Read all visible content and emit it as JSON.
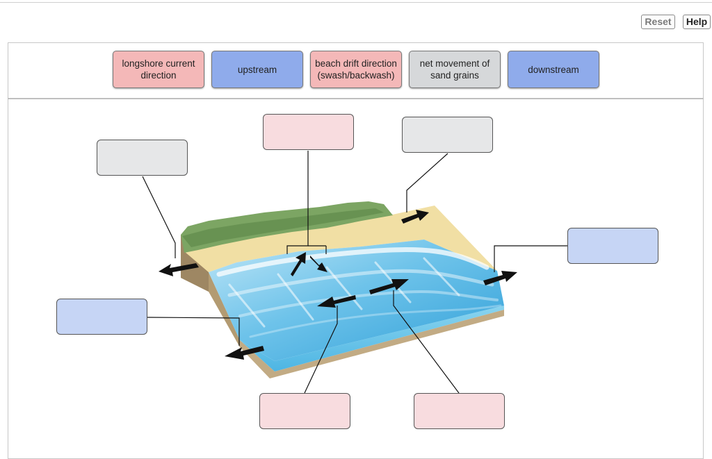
{
  "toolbar": {
    "reset_label": "Reset",
    "help_label": "Help"
  },
  "colors": {
    "pink": "#f4b8b8",
    "blue": "#8fabeb",
    "gray": "#d6d8da",
    "pink_target": "#f8dcdf",
    "blue_target": "#c6d5f5",
    "gray_target": "#e6e7e8"
  },
  "label_bank": [
    {
      "id": "longshore",
      "text": "longshore current direction",
      "color": "pink"
    },
    {
      "id": "upstream",
      "text": "upstream",
      "color": "blue"
    },
    {
      "id": "beach-drift",
      "text": "beach drift direction (swash/backwash)",
      "color": "pink"
    },
    {
      "id": "net-movement",
      "text": "net movement of sand grains",
      "color": "gray"
    },
    {
      "id": "downstream",
      "text": "downstream",
      "color": "blue"
    }
  ],
  "drop_targets": [
    {
      "id": "target-1",
      "color": "gray",
      "value": ""
    },
    {
      "id": "target-2",
      "color": "pink",
      "value": ""
    },
    {
      "id": "target-3",
      "color": "gray",
      "value": ""
    },
    {
      "id": "target-4",
      "color": "blue",
      "value": ""
    },
    {
      "id": "target-5",
      "color": "blue",
      "value": ""
    },
    {
      "id": "target-6",
      "color": "pink",
      "value": ""
    },
    {
      "id": "target-7",
      "color": "pink",
      "value": ""
    }
  ]
}
